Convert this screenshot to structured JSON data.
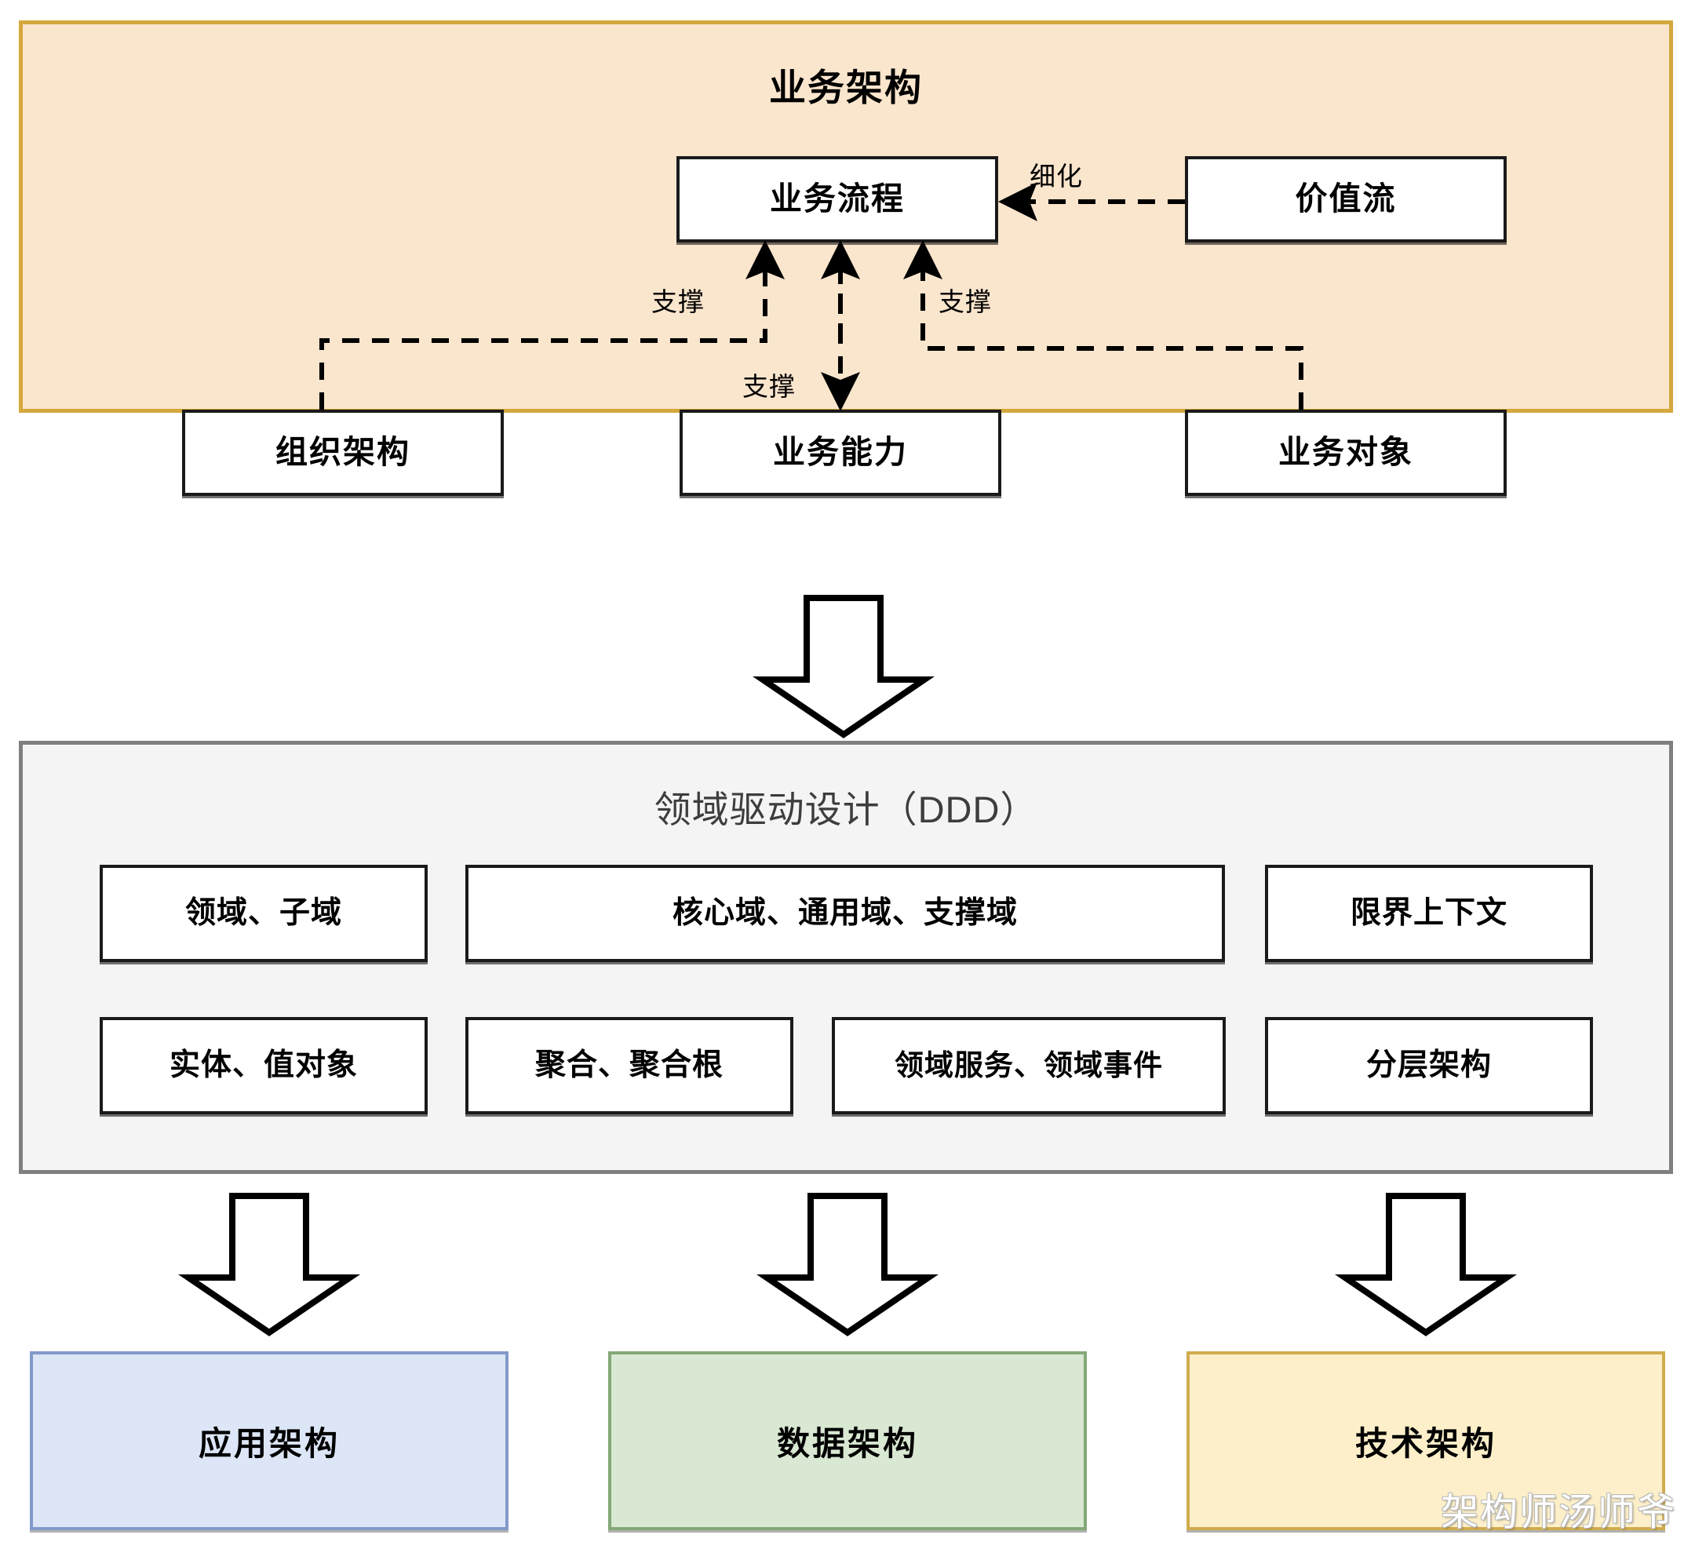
{
  "diagram": {
    "watermark": "架构师汤师爷",
    "colors": {
      "business_panel_fill": "#fae5cd",
      "business_panel_border": "#d4a83c",
      "ddd_panel_fill": "#f4f4f4",
      "ddd_panel_border": "#7f7f7f",
      "node_fill": "#ffffff",
      "node_border": "#1a1a1a",
      "app_fill": "#dce6f6",
      "app_border": "#8299c9",
      "data_fill": "#d8e8d2",
      "data_border": "#84a878",
      "tech_fill": "#fcefc9",
      "tech_border": "#d0ac4e"
    }
  },
  "business": {
    "title": "业务架构",
    "nodes": {
      "process": "业务流程",
      "value_stream": "价值流",
      "org": "组织架构",
      "capability": "业务能力",
      "object": "业务对象"
    },
    "edge_labels": {
      "refine": "细化",
      "support_left": "支撑",
      "support_mid": "支撑",
      "support_right": "支撑"
    }
  },
  "ddd": {
    "title": "领域驱动设计（DDD）",
    "row1": [
      "领域、子域",
      "核心域、通用域、支撑域",
      "限界上下文"
    ],
    "row2": [
      "实体、值对象",
      "聚合、聚合根",
      "领域服务、领域事件",
      "分层架构"
    ]
  },
  "outputs": [
    {
      "label": "应用架构",
      "fill": "#dce6f6",
      "border": "#8299c9"
    },
    {
      "label": "数据架构",
      "fill": "#d8e8d2",
      "border": "#84a878"
    },
    {
      "label": "技术架构",
      "fill": "#fcefc9",
      "border": "#d0ac4e"
    }
  ]
}
